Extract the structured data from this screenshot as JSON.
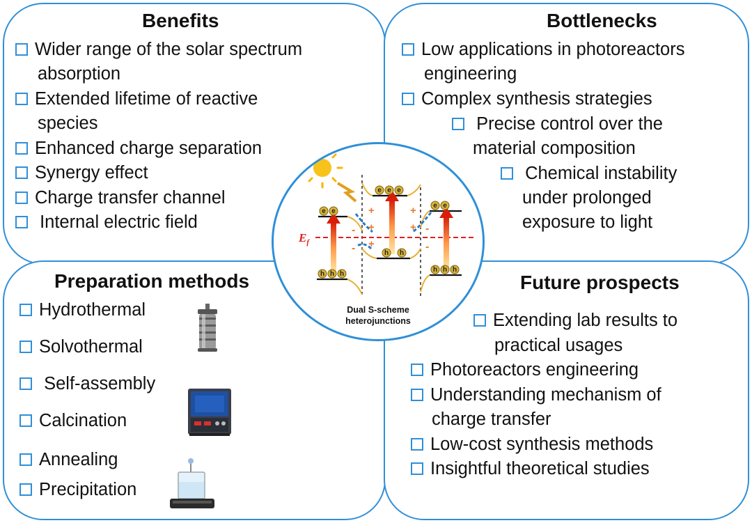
{
  "benefits": {
    "title": "Benefits",
    "items": [
      {
        "line1": "Wider range of the solar spectrum",
        "line2": "absorption"
      },
      {
        "line1": "Extended lifetime of reactive",
        "line2": "species"
      },
      {
        "line1": "Enhanced charge separation"
      },
      {
        "line1": "Synergy effect"
      },
      {
        "line1": "Charge transfer channel"
      },
      {
        "line1": " Internal electric field"
      }
    ]
  },
  "bottlenecks": {
    "title": "Bottlenecks",
    "items": [
      {
        "line1": "Low applications in photoreactors",
        "line2": "engineering"
      },
      {
        "line1": "Complex synthesis strategies"
      },
      {
        "line1": " Precise control over the",
        "line2": "material composition"
      },
      {
        "line1": " Chemical instability",
        "line2": "under prolonged",
        "line3": "exposure to light"
      }
    ]
  },
  "preparation": {
    "title": "Preparation methods",
    "items": [
      "Hydrothermal",
      "Solvothermal",
      " Self-assembly",
      "Calcination",
      "Annealing",
      "Precipitation"
    ],
    "icons": [
      "autoclave-icon",
      "furnace-icon",
      "magnetic-stirrer-icon"
    ]
  },
  "future": {
    "title": "Future prospects",
    "items": [
      {
        "line1": "Extending lab results to",
        "line2": "practical usages"
      },
      {
        "line1": "Photoreactors engineering"
      },
      {
        "line1": "Understanding mechanism of",
        "line2": "charge transfer"
      },
      {
        "line1": "Low-cost synthesis methods"
      },
      {
        "line1": "Insightful theoretical studies"
      }
    ]
  },
  "center": {
    "caption_line1": "Dual S-scheme",
    "caption_line2": "heterojunctions",
    "fermi_label": "E",
    "fermi_sub": "f",
    "electron_label": "e",
    "hole_label": "h",
    "plus_label": "+",
    "minus_label": "-",
    "colors": {
      "accent": "#2f8fd8",
      "fermi": "#e02020",
      "sun": "#f5b400",
      "arrow": "#e23a10"
    }
  }
}
